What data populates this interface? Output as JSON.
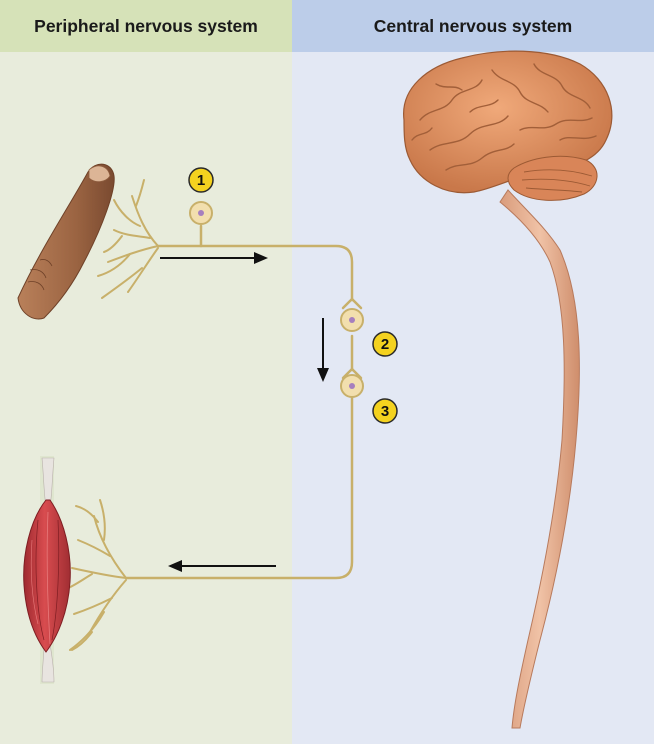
{
  "headers": {
    "left": "Peripheral nervous system",
    "right": "Central nervous system"
  },
  "steps": [
    {
      "number": "1"
    },
    {
      "number": "2"
    },
    {
      "number": "3"
    }
  ],
  "colors": {
    "pns_background": "#e8ecdc",
    "pns_header": "#d6e2b8",
    "cns_background": "#e3e8f4",
    "cns_header": "#bccde9",
    "nerve_pathway": "#c8b06a",
    "step_badge": "#f4d21f",
    "brain": "#d98a5c",
    "spinal_cord": "#e6b496",
    "muscle": "#c0393e"
  },
  "icons": [
    "finger-icon",
    "muscle-icon",
    "brain-icon",
    "spinal-cord-icon",
    "neuron-cell-body-icon",
    "arrow-icon"
  ]
}
